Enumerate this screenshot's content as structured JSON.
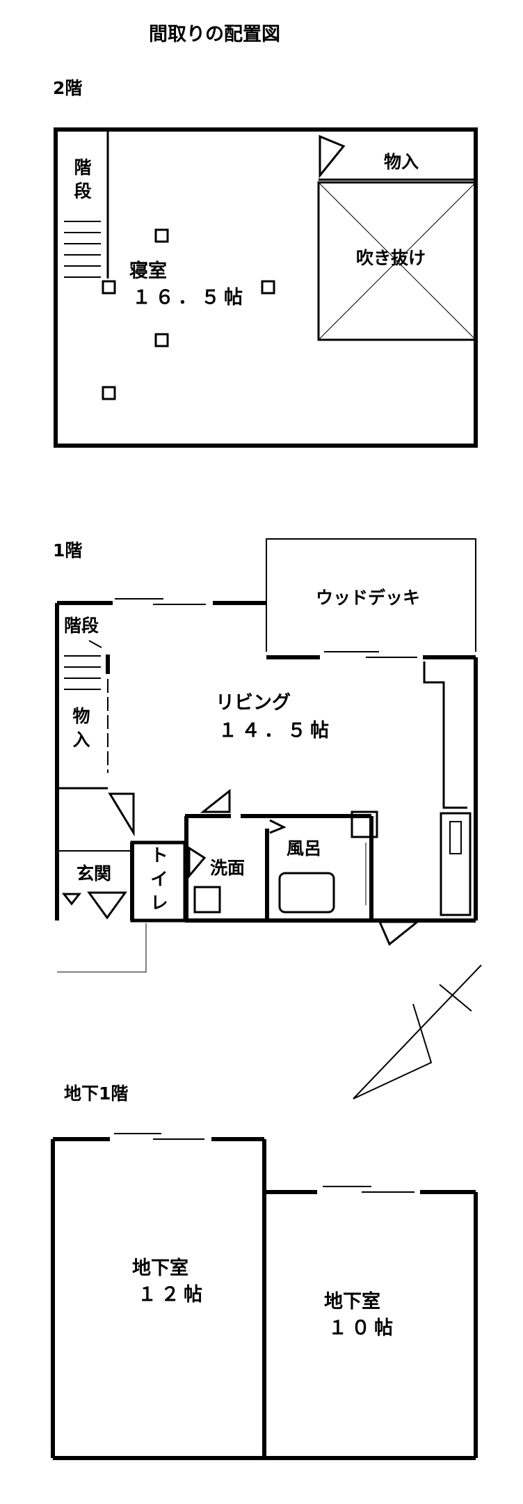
{
  "title": "間取りの配置図",
  "floors": {
    "floor2": {
      "label": "2階",
      "stairs": "階段",
      "closet": "物入",
      "void": "吹き抜け",
      "bedroom": {
        "name": "寝室",
        "area": "１６．５帖"
      }
    },
    "floor1": {
      "label": "1階",
      "deck": "ウッドデッキ",
      "stairs": "階段",
      "closet": "物入",
      "living": {
        "name": "リビング",
        "area": "１４．５帖"
      },
      "entrance": "玄関",
      "toilet": "トイレ",
      "washroom": "洗面",
      "bath": "風呂"
    },
    "basement": {
      "label": "地下1階",
      "room_a": {
        "name": "地下室",
        "area": "１２帖"
      },
      "room_b": {
        "name": "地下室",
        "area": "１０帖"
      }
    }
  }
}
